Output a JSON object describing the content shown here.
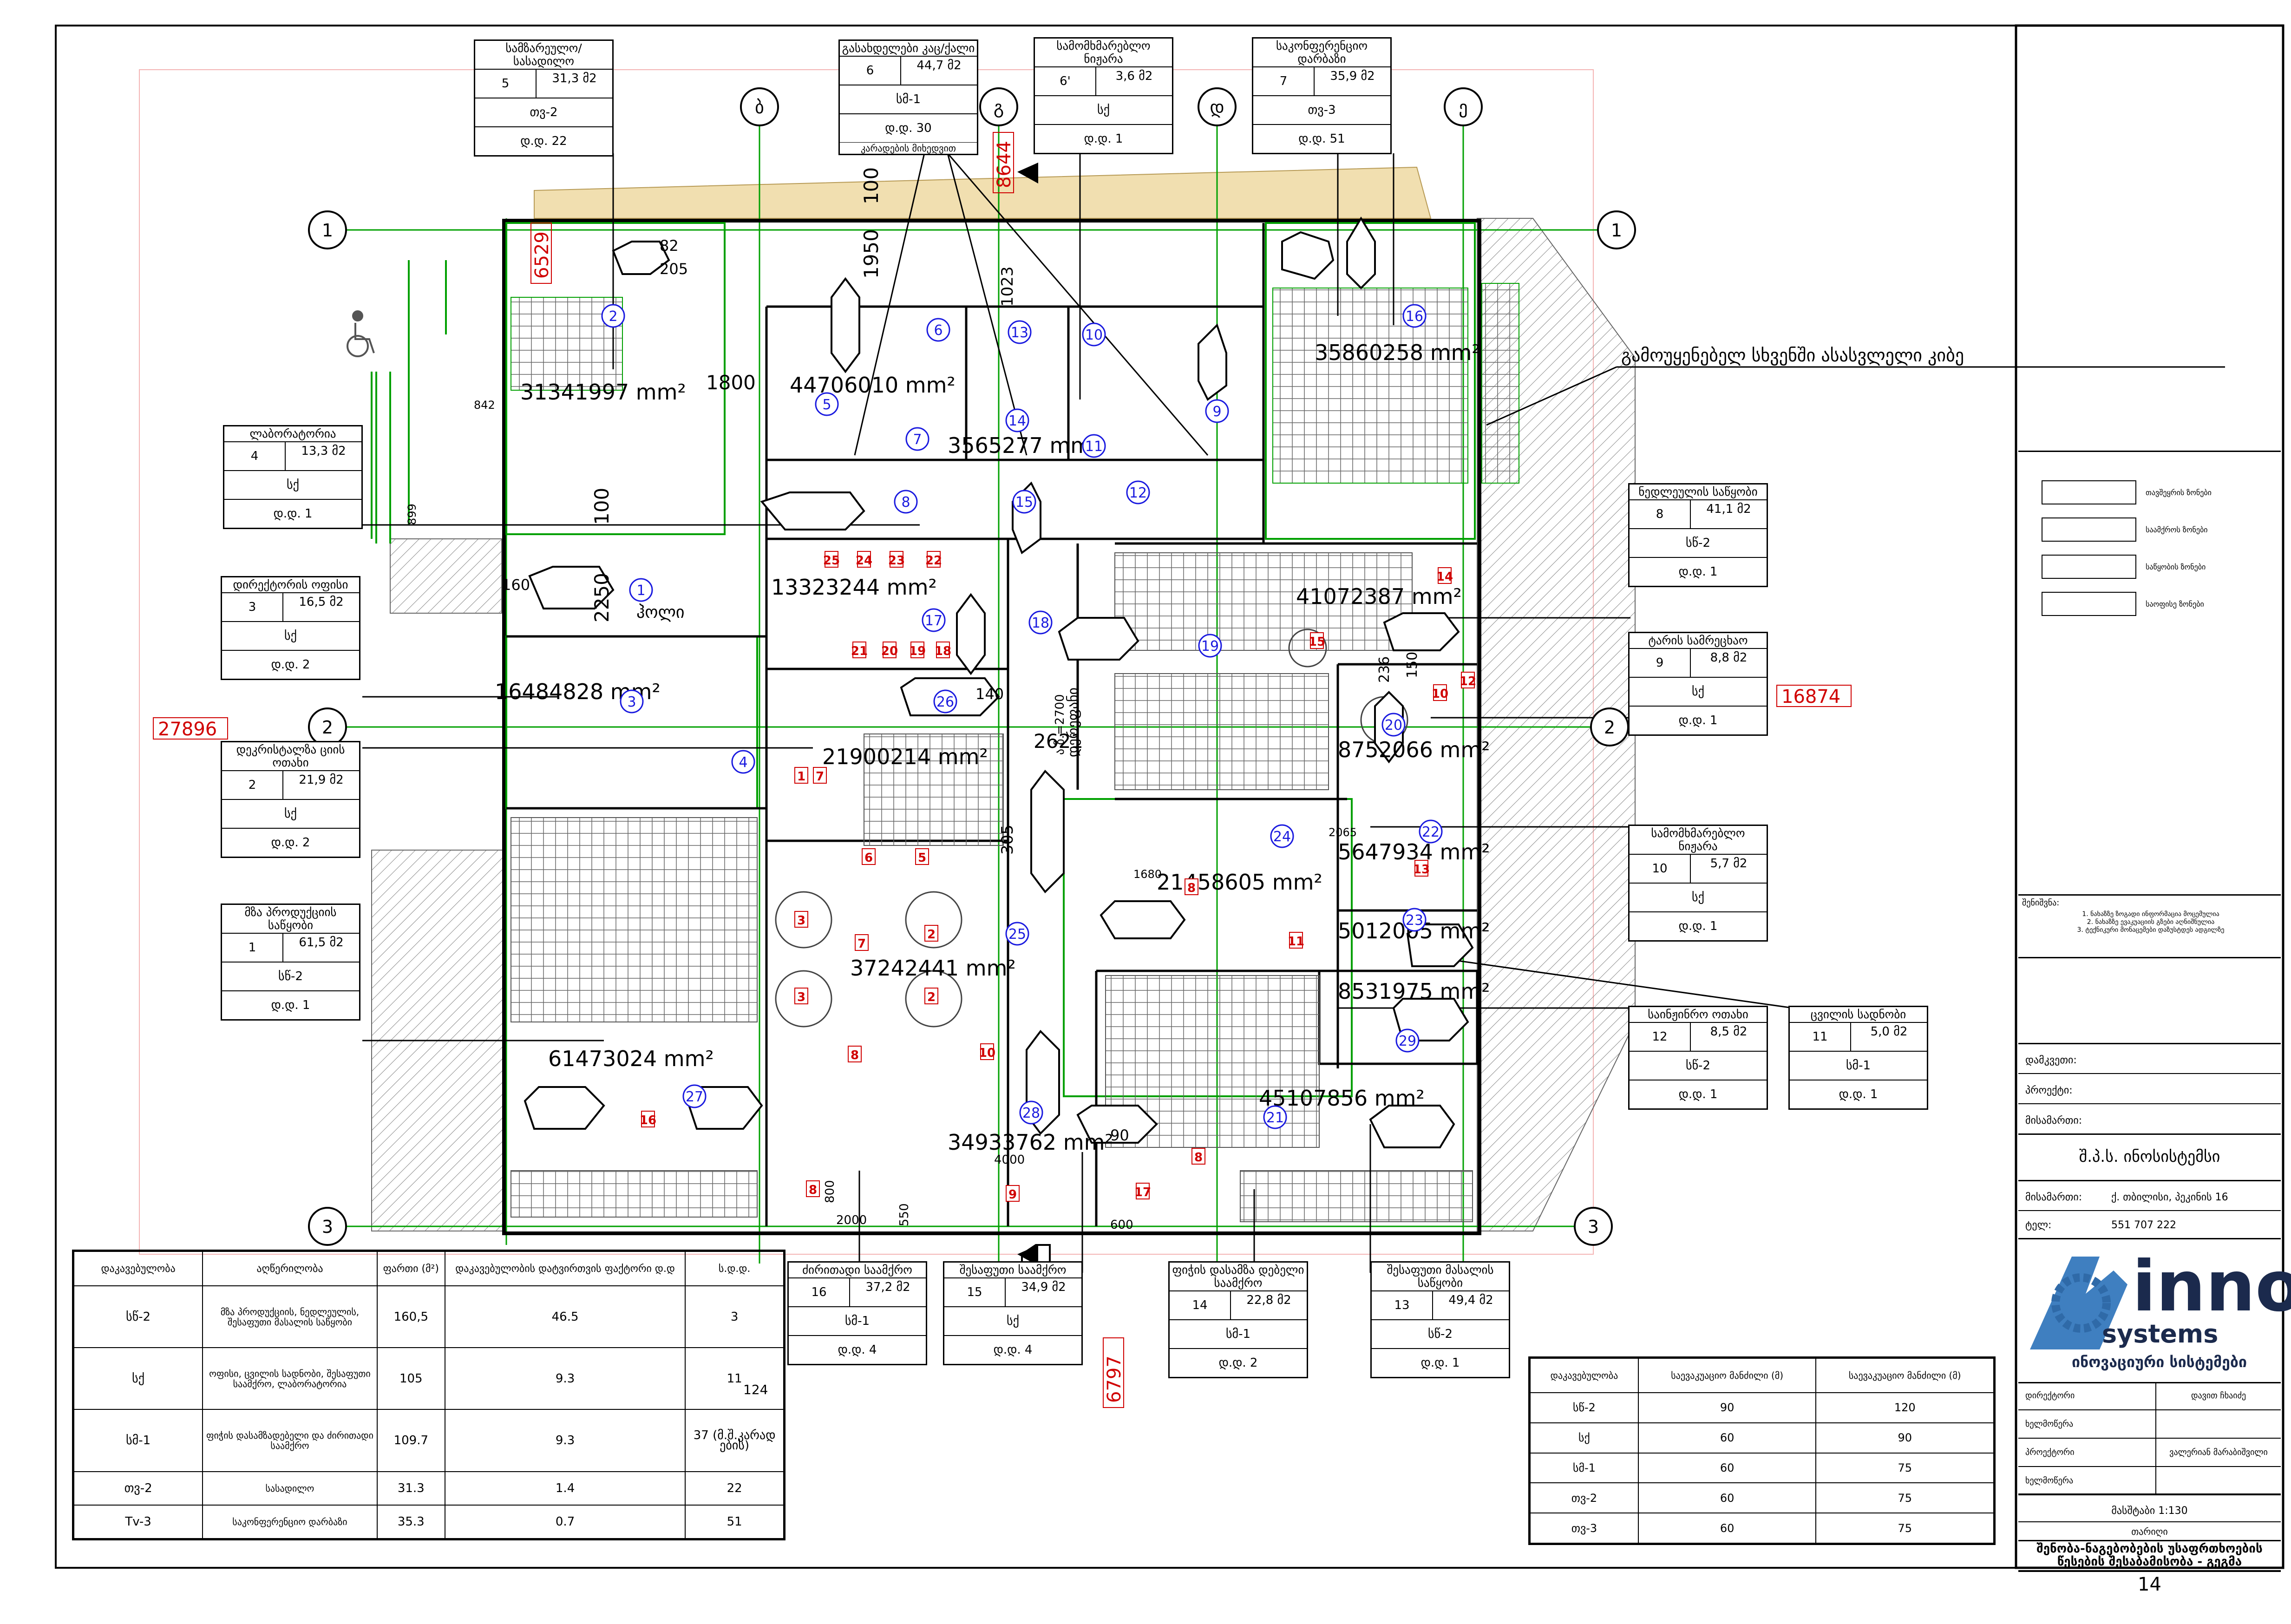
{
  "axes": {
    "letters": [
      "ბ",
      "გ",
      "დ",
      "ე"
    ],
    "numbers": [
      "1",
      "2",
      "3"
    ]
  },
  "rooms": [
    {
      "name": "სამზარეულო/ სასადილო",
      "no": "5",
      "area": "31,3 მ2",
      "class": "თვ-2",
      "fl": "დ.დ. 22"
    },
    {
      "name": "გასახდელები კაც/ქალი",
      "no": "6",
      "area": "44,7 მ2",
      "class": "სმ-1",
      "fl": "დ.დ. 30",
      "note": "კარადების მიხედვით"
    },
    {
      "name": "სამომხმარებლო ნიჟარა",
      "no": "6'",
      "area": "3,6 მ2",
      "class": "სქ",
      "fl": "დ.დ. 1"
    },
    {
      "name": "საკონფერენციო დარბაზი",
      "no": "7",
      "area": "35,9 მ2",
      "class": "თვ-3",
      "fl": "დ.დ. 51"
    },
    {
      "name": "ლაბორატორია",
      "no": "4",
      "area": "13,3 მ2",
      "class": "სქ",
      "fl": "დ.დ. 1"
    },
    {
      "name": "დირექტორის ოფისი",
      "no": "3",
      "area": "16,5 მ2",
      "class": "სქ",
      "fl": "დ.დ. 2"
    },
    {
      "name": "დეკრისტალზა ციის ოთახი",
      "no": "2",
      "area": "21,9 მ2",
      "class": "სქ",
      "fl": "დ.დ. 2"
    },
    {
      "name": "მზა პროდუქციის საწყობი",
      "no": "1",
      "area": "61,5 მ2",
      "class": "სწ-2",
      "fl": "დ.დ. 1"
    },
    {
      "name": "ნედლეულის საწყობი",
      "no": "8",
      "area": "41,1 მ2",
      "class": "სწ-2",
      "fl": "დ.დ. 1"
    },
    {
      "name": "ტარის სამრეცხაო",
      "no": "9",
      "area": "8,8 მ2",
      "class": "სქ",
      "fl": "დ.დ. 1"
    },
    {
      "name": "სამომხმარებლო ნიჟარა",
      "no": "10",
      "area": "5,7 მ2",
      "class": "სქ",
      "fl": "დ.დ. 1"
    },
    {
      "name": "საინჟინრო ოთახი",
      "no": "12",
      "area": "8,5 მ2",
      "class": "სწ-2",
      "fl": "დ.დ. 1"
    },
    {
      "name": "ცვილის სადნობი",
      "no": "11",
      "area": "5,0 მ2",
      "class": "სმ-1",
      "fl": "დ.დ. 1"
    },
    {
      "name": "ძირითადი საამქრო",
      "no": "16",
      "area": "37,2 მ2",
      "class": "სმ-1",
      "fl": "დ.დ. 4"
    },
    {
      "name": "შესაფუთი საამქრო",
      "no": "15",
      "area": "34,9 მ2",
      "class": "სქ",
      "fl": "დ.დ. 4"
    },
    {
      "name": "ფიჭის დასამზა დებელი საამქრო",
      "no": "14",
      "area": "22,8 მ2",
      "class": "სმ-1",
      "fl": "დ.დ. 2"
    },
    {
      "name": "შესაფუთი მასალის საწყობი",
      "no": "13",
      "area": "49,4 მ2",
      "class": "სწ-2",
      "fl": "დ.დ. 1"
    }
  ],
  "areas": [
    "31341997 mm²",
    "44706010 mm²",
    "3565277 mm²",
    "35860258 mm²",
    "13323244 mm²",
    "41072387 mm²",
    "16484828 mm²",
    "21900214 mm²",
    "8752066 mm²",
    "5647934 mm²",
    "21458605 mm²",
    "5012005 mm²",
    "37242441 mm²",
    "8531975 mm²",
    "61473024 mm²",
    "45107856 mm²",
    "34933762 mm²"
  ],
  "dims": [
    "1800",
    "1950",
    "100",
    "2250",
    "100",
    "1023",
    "2621",
    "305",
    "82",
    "205",
    "160",
    "140",
    "236",
    "150",
    "90",
    "600",
    "800",
    "550",
    "4000",
    "2000",
    "2065",
    "1680",
    "842",
    "899",
    "124"
  ],
  "red_dims": [
    "6529",
    "8644",
    "27896",
    "16874",
    "6797"
  ],
  "annotation": "გამოუყენებელ სხვენში ასასვლელი კიბე",
  "hall_label": "ჰოლი",
  "corridor_label": "დერეფანი",
  "stair_label": "ა.ზ.=2700",
  "table_left": {
    "headers": [
      "დაკავებულობა",
      "აღწერილობა",
      "ფართი (მ²)",
      "დაკავებულობის დატვირთვის ფაქტორი  დ.დ",
      "ს.დ.დ."
    ],
    "rows": [
      [
        "სწ-2",
        "მზა პროდუქციის, ნედლეულის, შესაფუთი მასალის საწყობი",
        "160,5",
        "46.5",
        "3"
      ],
      [
        "სქ",
        "ოფისი, ცვილის სადნობი, შესაფუთი საამქრო, ლაბორატორია",
        "105",
        "9.3",
        "11"
      ],
      [
        "სმ-1",
        "ფიჭის დასამზადებელი და ძირითადი საამქრო",
        "109.7",
        "9.3",
        "37 (მ.შ.კარად ების)"
      ],
      [
        "თვ-2",
        "სასადილო",
        "31.3",
        "1.4",
        "22"
      ],
      [
        "Tv-3",
        "საკონფერენციო დარბაზი",
        "35.3",
        "0.7",
        "51"
      ]
    ],
    "total": "124"
  },
  "table_right": {
    "headers": [
      "დაკავებულობა",
      "საევაკუაციო მანძილი (მ)",
      "საევაკუაციო მანძილი (მ)"
    ],
    "rows": [
      [
        "სწ-2",
        "90",
        "120"
      ],
      [
        "სქ",
        "60",
        "90"
      ],
      [
        "სმ-1",
        "60",
        "75"
      ],
      [
        "თვ-2",
        "60",
        "75"
      ],
      [
        "თვ-3",
        "60",
        "75"
      ]
    ]
  },
  "title_block": {
    "legend": [
      "თავშეყრის ზონები",
      "საამქროს ზონები",
      "საწყობის ზონები",
      "საოფისე ზონები"
    ],
    "notes_title": "შენიშვნა:",
    "notes": "1. ნახაზზე ზოგადი ინფორმაცია მოცემულია\n2. ნახაზზე ევაკუაციის გზები აღნიშნულია\n3. ტექნიკური მონაცემები დაზუსტდეს ადგილზე",
    "label_customer": "დამკვეთი:",
    "label_project": "პროექტი:",
    "label_address": "მისამართი:",
    "company": "შ.პ.ს. ინოსისტემსი",
    "address_label": "მისამართი:",
    "address": "ქ. თბილისი, პეკინის 16",
    "phone_label": "ტელ:",
    "phone": "551 707 222",
    "logo_text": "inno",
    "logo_sub": "systems",
    "logo_caption": "ინოვაციური სისტემები",
    "sig_rows": [
      [
        "დირექტორი",
        "დავით ჩხაიძე"
      ],
      [
        "ხელმოწერა",
        ""
      ],
      [
        "პროექტორი",
        "ვალერიან მარაბიშვილი"
      ],
      [
        "ხელმოწერა",
        ""
      ]
    ],
    "scale": "მასშტაბი 1:130",
    "date_label": "თარიღი",
    "drawing_title": "შენობა-ნაგებობების უსაფრთხოების წესების შესაბამისობა - გეგმა",
    "sheet_no": "14"
  },
  "colors": {
    "axis": "#00a000",
    "dim": "#d00000",
    "room_no": "#1a1adf",
    "wall": "#000000",
    "terrace": "#f1dfb0"
  }
}
